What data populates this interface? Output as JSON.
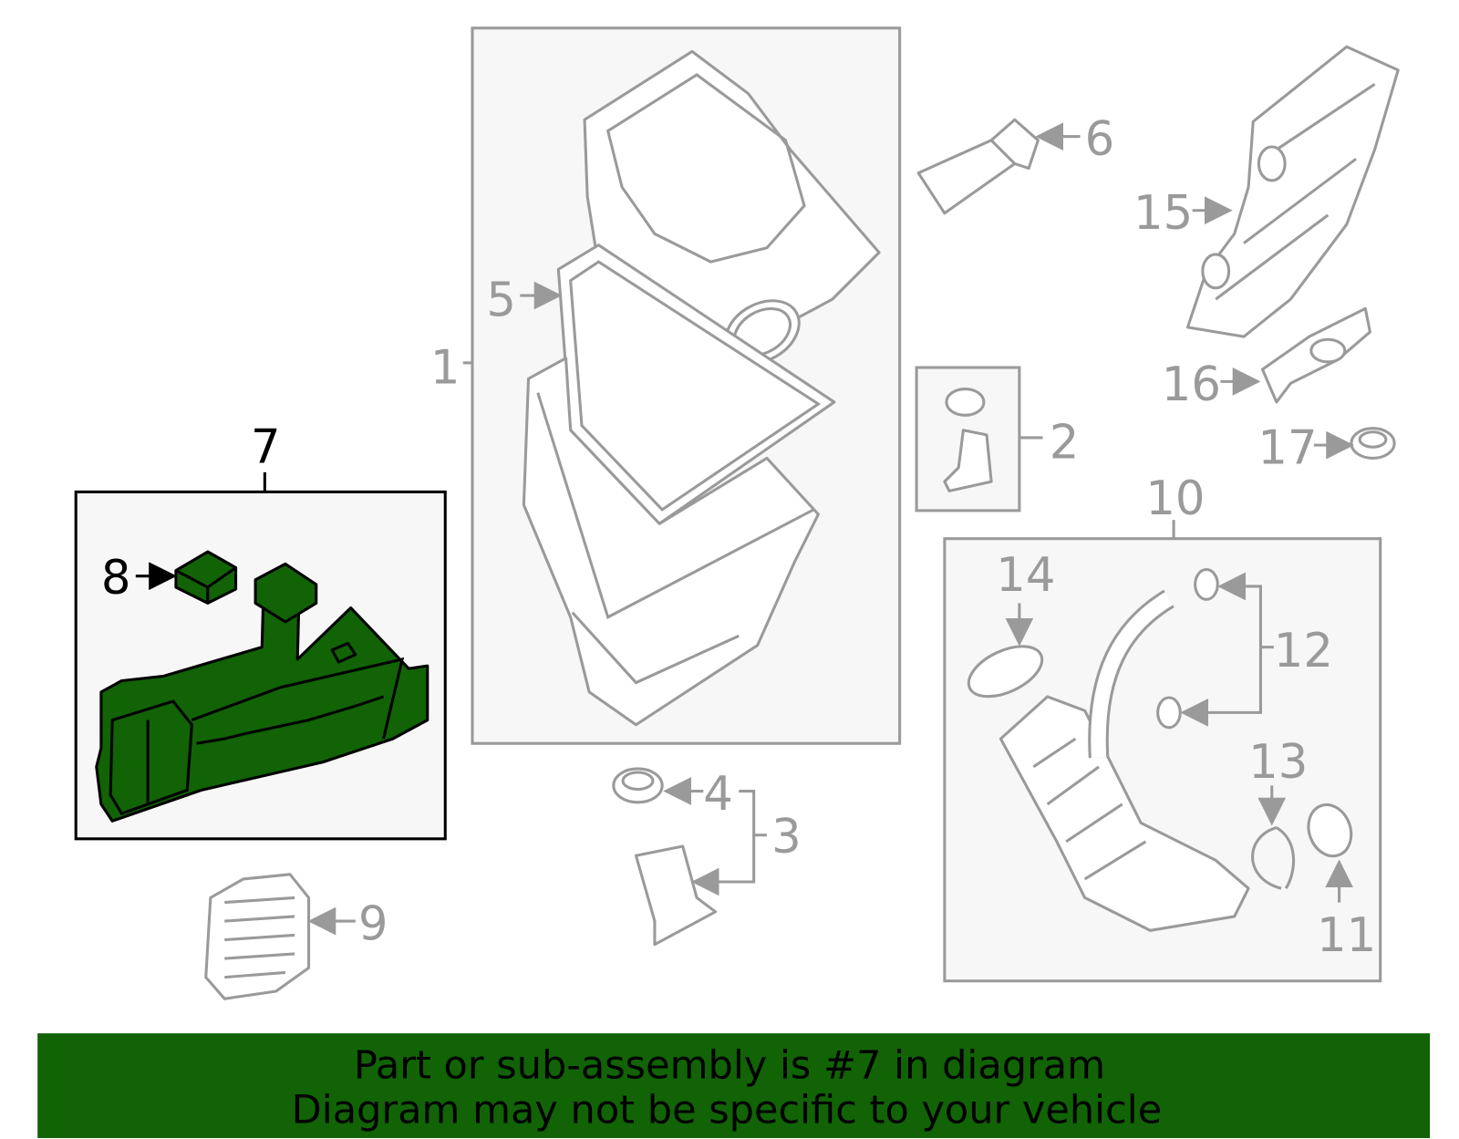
{
  "colors": {
    "highlight": "#116306",
    "outline": "#9a9a9a",
    "box_fill": "#f7f7f7"
  },
  "callouts": {
    "p1": "1",
    "p2": "2",
    "p3": "3",
    "p4": "4",
    "p5": "5",
    "p6": "6",
    "p7": "7",
    "p8": "8",
    "p9": "9",
    "p10": "10",
    "p11": "11",
    "p12": "12",
    "p13": "13",
    "p14": "14",
    "p15": "15",
    "p16": "16",
    "p17": "17"
  },
  "banner": {
    "line1": "Part or sub-assembly is #7 in diagram",
    "line2": "Diagram may not be specific to your vehicle"
  }
}
